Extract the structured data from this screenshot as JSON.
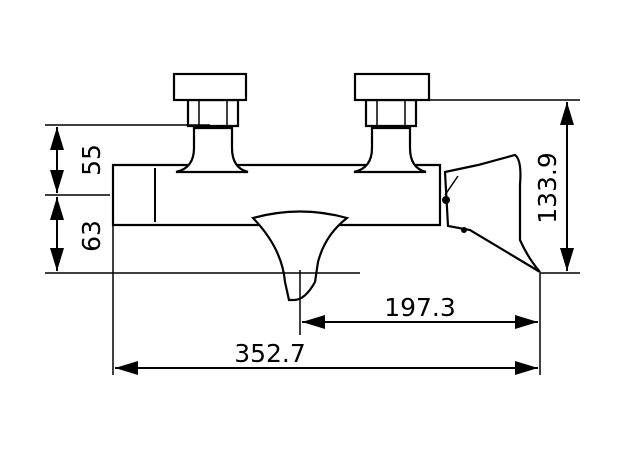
{
  "dimensions": {
    "d55": "55",
    "d63": "63",
    "d133_9": "133.9",
    "d197_3": "197.3",
    "d352_7": "352.7"
  }
}
